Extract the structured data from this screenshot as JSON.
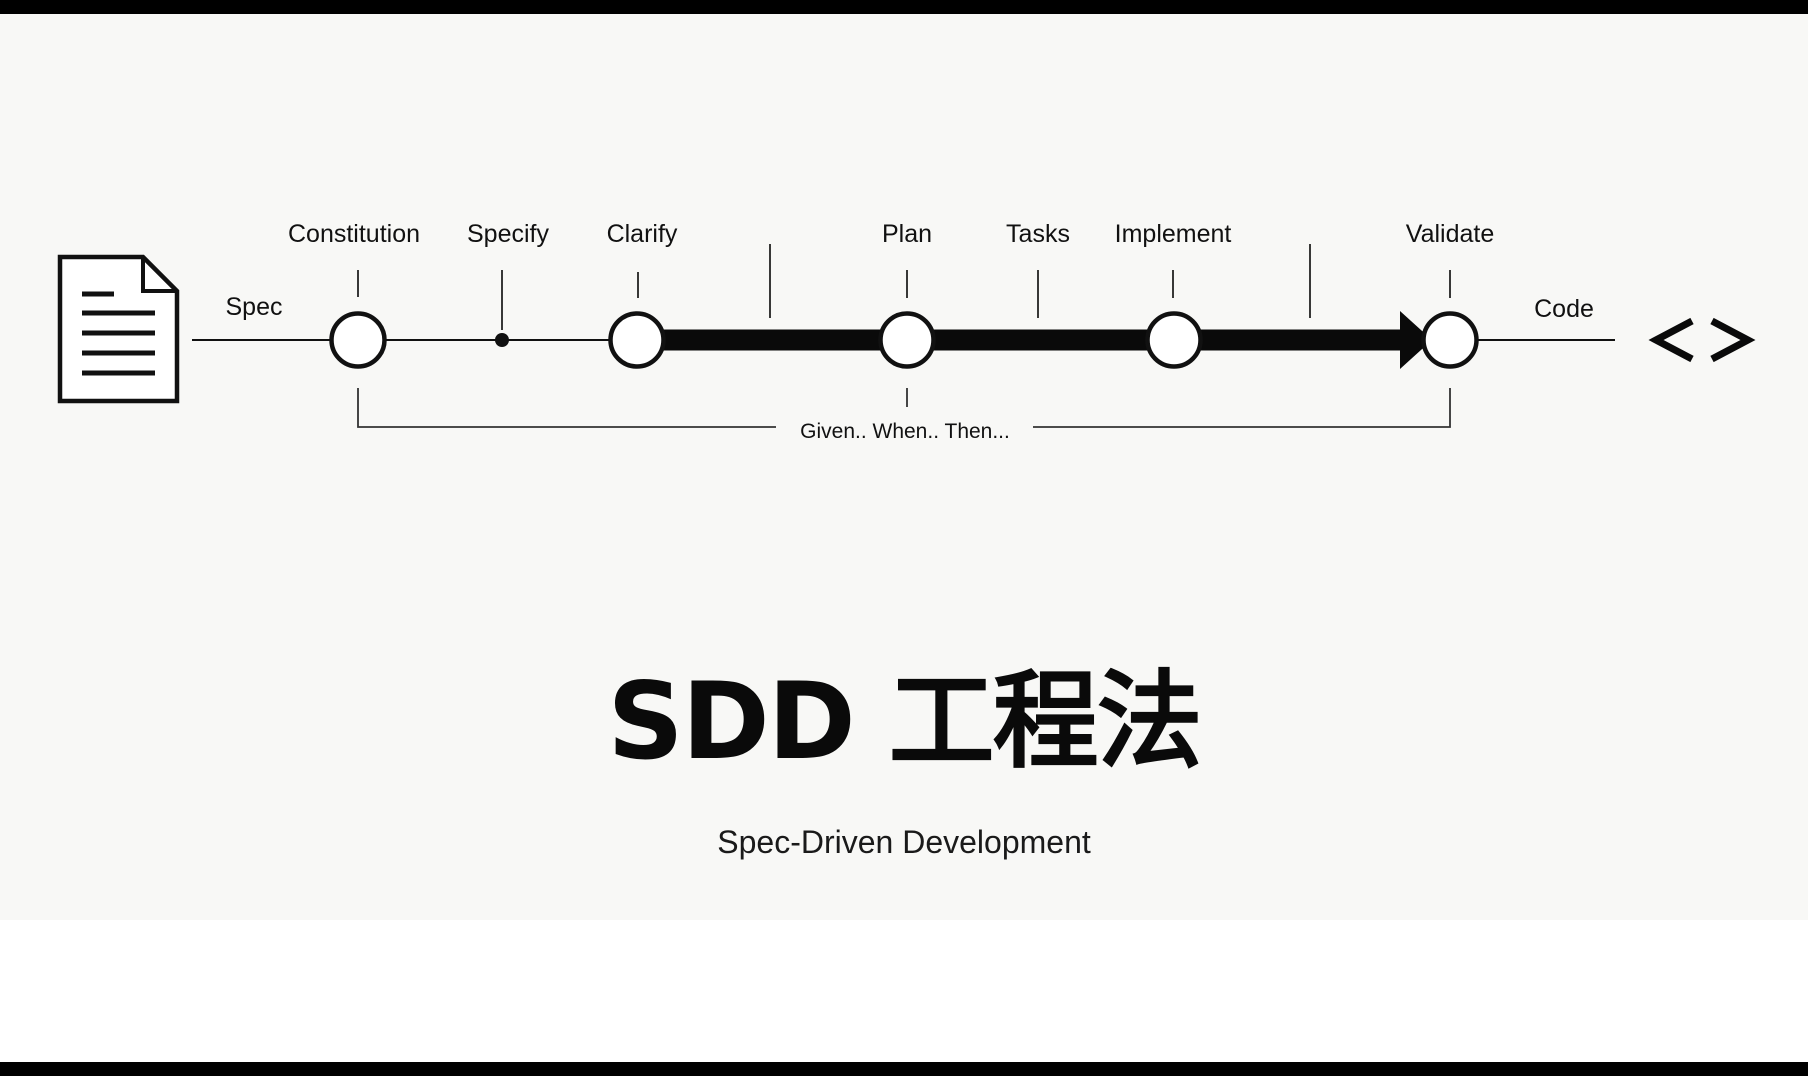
{
  "diagram": {
    "input_label": "Spec",
    "output_label": "Code",
    "stages": [
      "Constitution",
      "Specify",
      "Clarify",
      "Plan",
      "Tasks",
      "Implement",
      "Validate"
    ],
    "bracket_label": "Given.. When.. Then...",
    "input_icon": "document-icon",
    "output_icon": "code-brackets-icon"
  },
  "title": "SDD 工程法",
  "subtitle": "Spec-Driven Development"
}
